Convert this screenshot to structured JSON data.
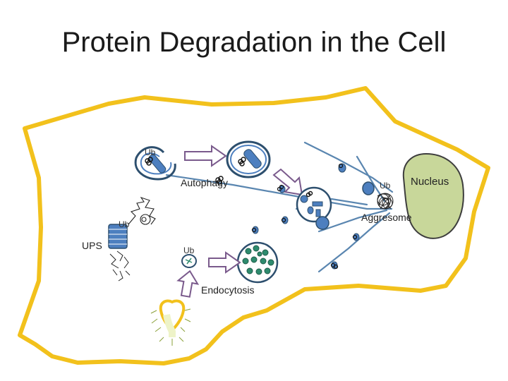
{
  "title": "Protein Degradation in the Cell",
  "labels": {
    "nucleus": "Nucleus",
    "autophagy": "Autophagy",
    "aggresome": "Aggresome",
    "ups": "UPS",
    "endocytosis": "Endocytosis",
    "ub": "Ub"
  },
  "colors": {
    "membrane": "#f2c11c",
    "nucleus": "#c8d79a",
    "nucleus_outline": "#3d3d3d",
    "microtubule": "#5a86b0",
    "vesicle_blue": "#4d7fbf",
    "vesicle_outline": "#2d4f6e",
    "arrow_fill": "#ffffff",
    "arrow_stroke": "#7a5a8c",
    "green_particle": "#2e8b6e"
  }
}
